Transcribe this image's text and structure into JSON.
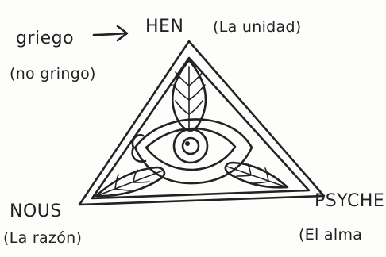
{
  "labels": {
    "greek_word": "griego",
    "greek_note": "(no gringo)",
    "top_vertex": "HEN",
    "top_vertex_meaning": "(La unidad)",
    "left_vertex": "NOUS",
    "left_vertex_meaning": "(La razón)",
    "right_vertex": "PSYCHE",
    "right_vertex_meaning": "(El alma"
  },
  "icons": {
    "arrow": "right-arrow-icon",
    "eye": "eye-icon",
    "triangle": "triangle-icon",
    "top_leaf": "leaf-icon",
    "left_leaf": "leaf-icon",
    "right_leaf": "leaf-icon"
  },
  "colors": {
    "ink": "#222222",
    "paper": "#fdfdfc"
  }
}
